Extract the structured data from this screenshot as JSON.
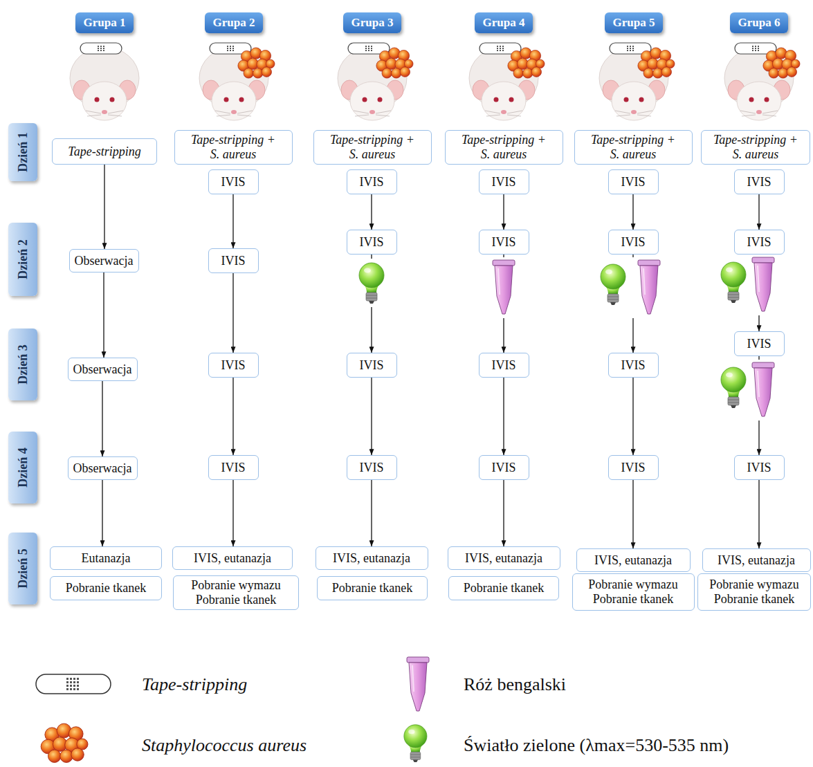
{
  "diagram": {
    "nodes": [
      {
        "text": [
          "Grupa 1"
        ]
      },
      {
        "text": [
          "Grupa 2"
        ]
      },
      {
        "text": [
          "Grupa 3"
        ]
      },
      {
        "text": [
          "Grupa 4"
        ]
      },
      {
        "text": [
          "Grupa 5"
        ]
      },
      {
        "text": [
          "Grupa 6"
        ]
      },
      {
        "text": [
          "Dzień 1"
        ]
      },
      {
        "text": [
          "Dzień 2"
        ]
      },
      {
        "text": [
          "Dzień 3"
        ]
      },
      {
        "text": [
          "Dzień 4"
        ]
      },
      {
        "text": [
          "Dzień 5"
        ]
      },
      {
        "text": [
          "Tape-stripping"
        ]
      },
      {
        "text": [
          "Obserwacja"
        ]
      },
      {
        "text": [
          "Obserwacja"
        ]
      },
      {
        "text": [
          "Obserwacja"
        ]
      },
      {
        "text": [
          "Eutanazja"
        ]
      },
      {
        "text": [
          "Pobranie tkanek"
        ]
      },
      {
        "text": [
          "Tape-stripping + S. aureus"
        ]
      },
      {
        "text": [
          "IVIS"
        ]
      },
      {
        "text": [
          "IVIS"
        ]
      },
      {
        "text": [
          "IVIS"
        ]
      },
      {
        "text": [
          "IVIS"
        ]
      },
      {
        "text": [
          "IVIS, eutanazja"
        ]
      },
      {
        "text": [
          "Pobranie wymazu",
          "Pobranie tkanek"
        ]
      },
      {
        "text": [
          "Tape-stripping + S. aureus"
        ]
      },
      {
        "text": [
          "IVIS"
        ]
      },
      {
        "text": [
          "IVIS"
        ]
      },
      {
        "text": [
          "IVIS"
        ]
      },
      {
        "text": [
          "IVIS"
        ]
      },
      {
        "text": [
          "IVIS, eutanazja"
        ]
      },
      {
        "text": [
          "Pobranie tkanek"
        ]
      },
      {
        "text": [
          "Tape-stripping + S. aureus"
        ]
      },
      {
        "text": [
          "IVIS"
        ]
      },
      {
        "text": [
          "IVIS"
        ]
      },
      {
        "text": [
          "IVIS"
        ]
      },
      {
        "text": [
          "IVIS"
        ]
      },
      {
        "text": [
          "IVIS, eutanazja"
        ]
      },
      {
        "text": [
          "Pobranie tkanek"
        ]
      },
      {
        "text": [
          "Tape-stripping + S. aureus"
        ]
      },
      {
        "text": [
          "IVIS"
        ]
      },
      {
        "text": [
          "IVIS"
        ]
      },
      {
        "text": [
          "IVIS"
        ]
      },
      {
        "text": [
          "IVIS"
        ]
      },
      {
        "text": [
          "IVIS, eutanazja"
        ]
      },
      {
        "text": [
          "Pobranie wymazu",
          "Pobranie tkanek"
        ]
      },
      {
        "text": [
          "Tape-stripping + S. aureus"
        ]
      },
      {
        "text": [
          "IVIS"
        ]
      },
      {
        "text": [
          "IVIS"
        ]
      },
      {
        "text": [
          "IVIS"
        ]
      },
      {
        "text": [
          "IVIS"
        ]
      },
      {
        "text": [
          "IVIS, eutanazja"
        ]
      },
      {
        "text": [
          "Pobranie wymazu",
          "Pobranie tkanek"
        ]
      }
    ],
    "edges": [
      {
        "from": 11,
        "to": 12,
        "arrow": "to"
      },
      {
        "from": 12,
        "to": 13,
        "arrow": "to"
      },
      {
        "from": 13,
        "to": 14,
        "arrow": "to"
      },
      {
        "from": 14,
        "to": 15,
        "arrow": "to"
      },
      {
        "from": 18,
        "to": 19,
        "arrow": "to"
      },
      {
        "from": 19,
        "to": 20,
        "arrow": "to"
      },
      {
        "from": 20,
        "to": 21,
        "arrow": "to"
      },
      {
        "from": 21,
        "to": 22,
        "arrow": "to"
      },
      {
        "from": 25,
        "to": 26,
        "arrow": "to"
      },
      {
        "from": 26,
        "to": 27,
        "arrow": "to"
      },
      {
        "from": 27,
        "to": 28,
        "arrow": "to"
      },
      {
        "from": 28,
        "to": 29,
        "arrow": "to"
      },
      {
        "from": 32,
        "to": 33,
        "arrow": "to"
      },
      {
        "from": 33,
        "to": 34,
        "arrow": "to"
      },
      {
        "from": 34,
        "to": 35,
        "arrow": "to"
      },
      {
        "from": 35,
        "to": 36,
        "arrow": "to"
      },
      {
        "from": 39,
        "to": 40,
        "arrow": "to"
      },
      {
        "from": 40,
        "to": 41,
        "arrow": "to"
      },
      {
        "from": 41,
        "to": 42,
        "arrow": "to"
      },
      {
        "from": 42,
        "to": 43,
        "arrow": "to"
      },
      {
        "from": 46,
        "to": 47,
        "arrow": "to"
      },
      {
        "from": 47,
        "to": 48,
        "arrow": "to"
      },
      {
        "from": 48,
        "to": 49,
        "arrow": "to"
      },
      {
        "from": 49,
        "to": 50,
        "arrow": "to"
      }
    ],
    "legend": [
      {
        "text": "Tape-stripping"
      },
      {
        "text": "Róż bengalski"
      },
      {
        "text": "Staphylococcus aureus"
      },
      {
        "text": "Światło zielone (λmax=530-535 nm)"
      }
    ]
  }
}
